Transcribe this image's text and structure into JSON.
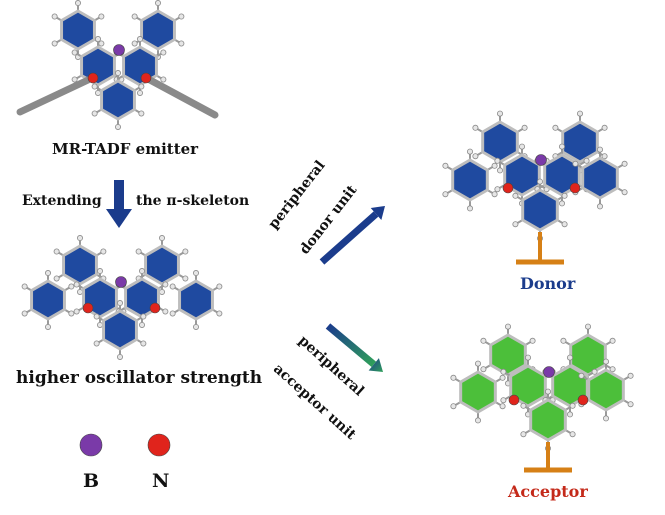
{
  "labels": {
    "emitter": "MR-TADF emitter",
    "extending_left": "Extending",
    "extending_right": "the π-skeleton",
    "higher_osc": "higher oscillator strength",
    "peripheral_donor_1": "peripheral",
    "peripheral_donor_2": "donor unit",
    "peripheral_acceptor_1": "peripheral",
    "peripheral_acceptor_2": "acceptor unit",
    "donor": "Donor",
    "acceptor": "Acceptor",
    "legend_b": "B",
    "legend_n": "N"
  },
  "colors": {
    "ring_blue": "#1f4aa0",
    "ring_green": "#4cbf3a",
    "boron": "#7a3aa8",
    "nitrogen": "#e0241c",
    "arrow_blue": "#1b3c8c",
    "arrow_green": "#2fa05a",
    "substituent": "#d68016",
    "donor_text": "#1b3c8c",
    "acceptor_text": "#c42a1a"
  }
}
